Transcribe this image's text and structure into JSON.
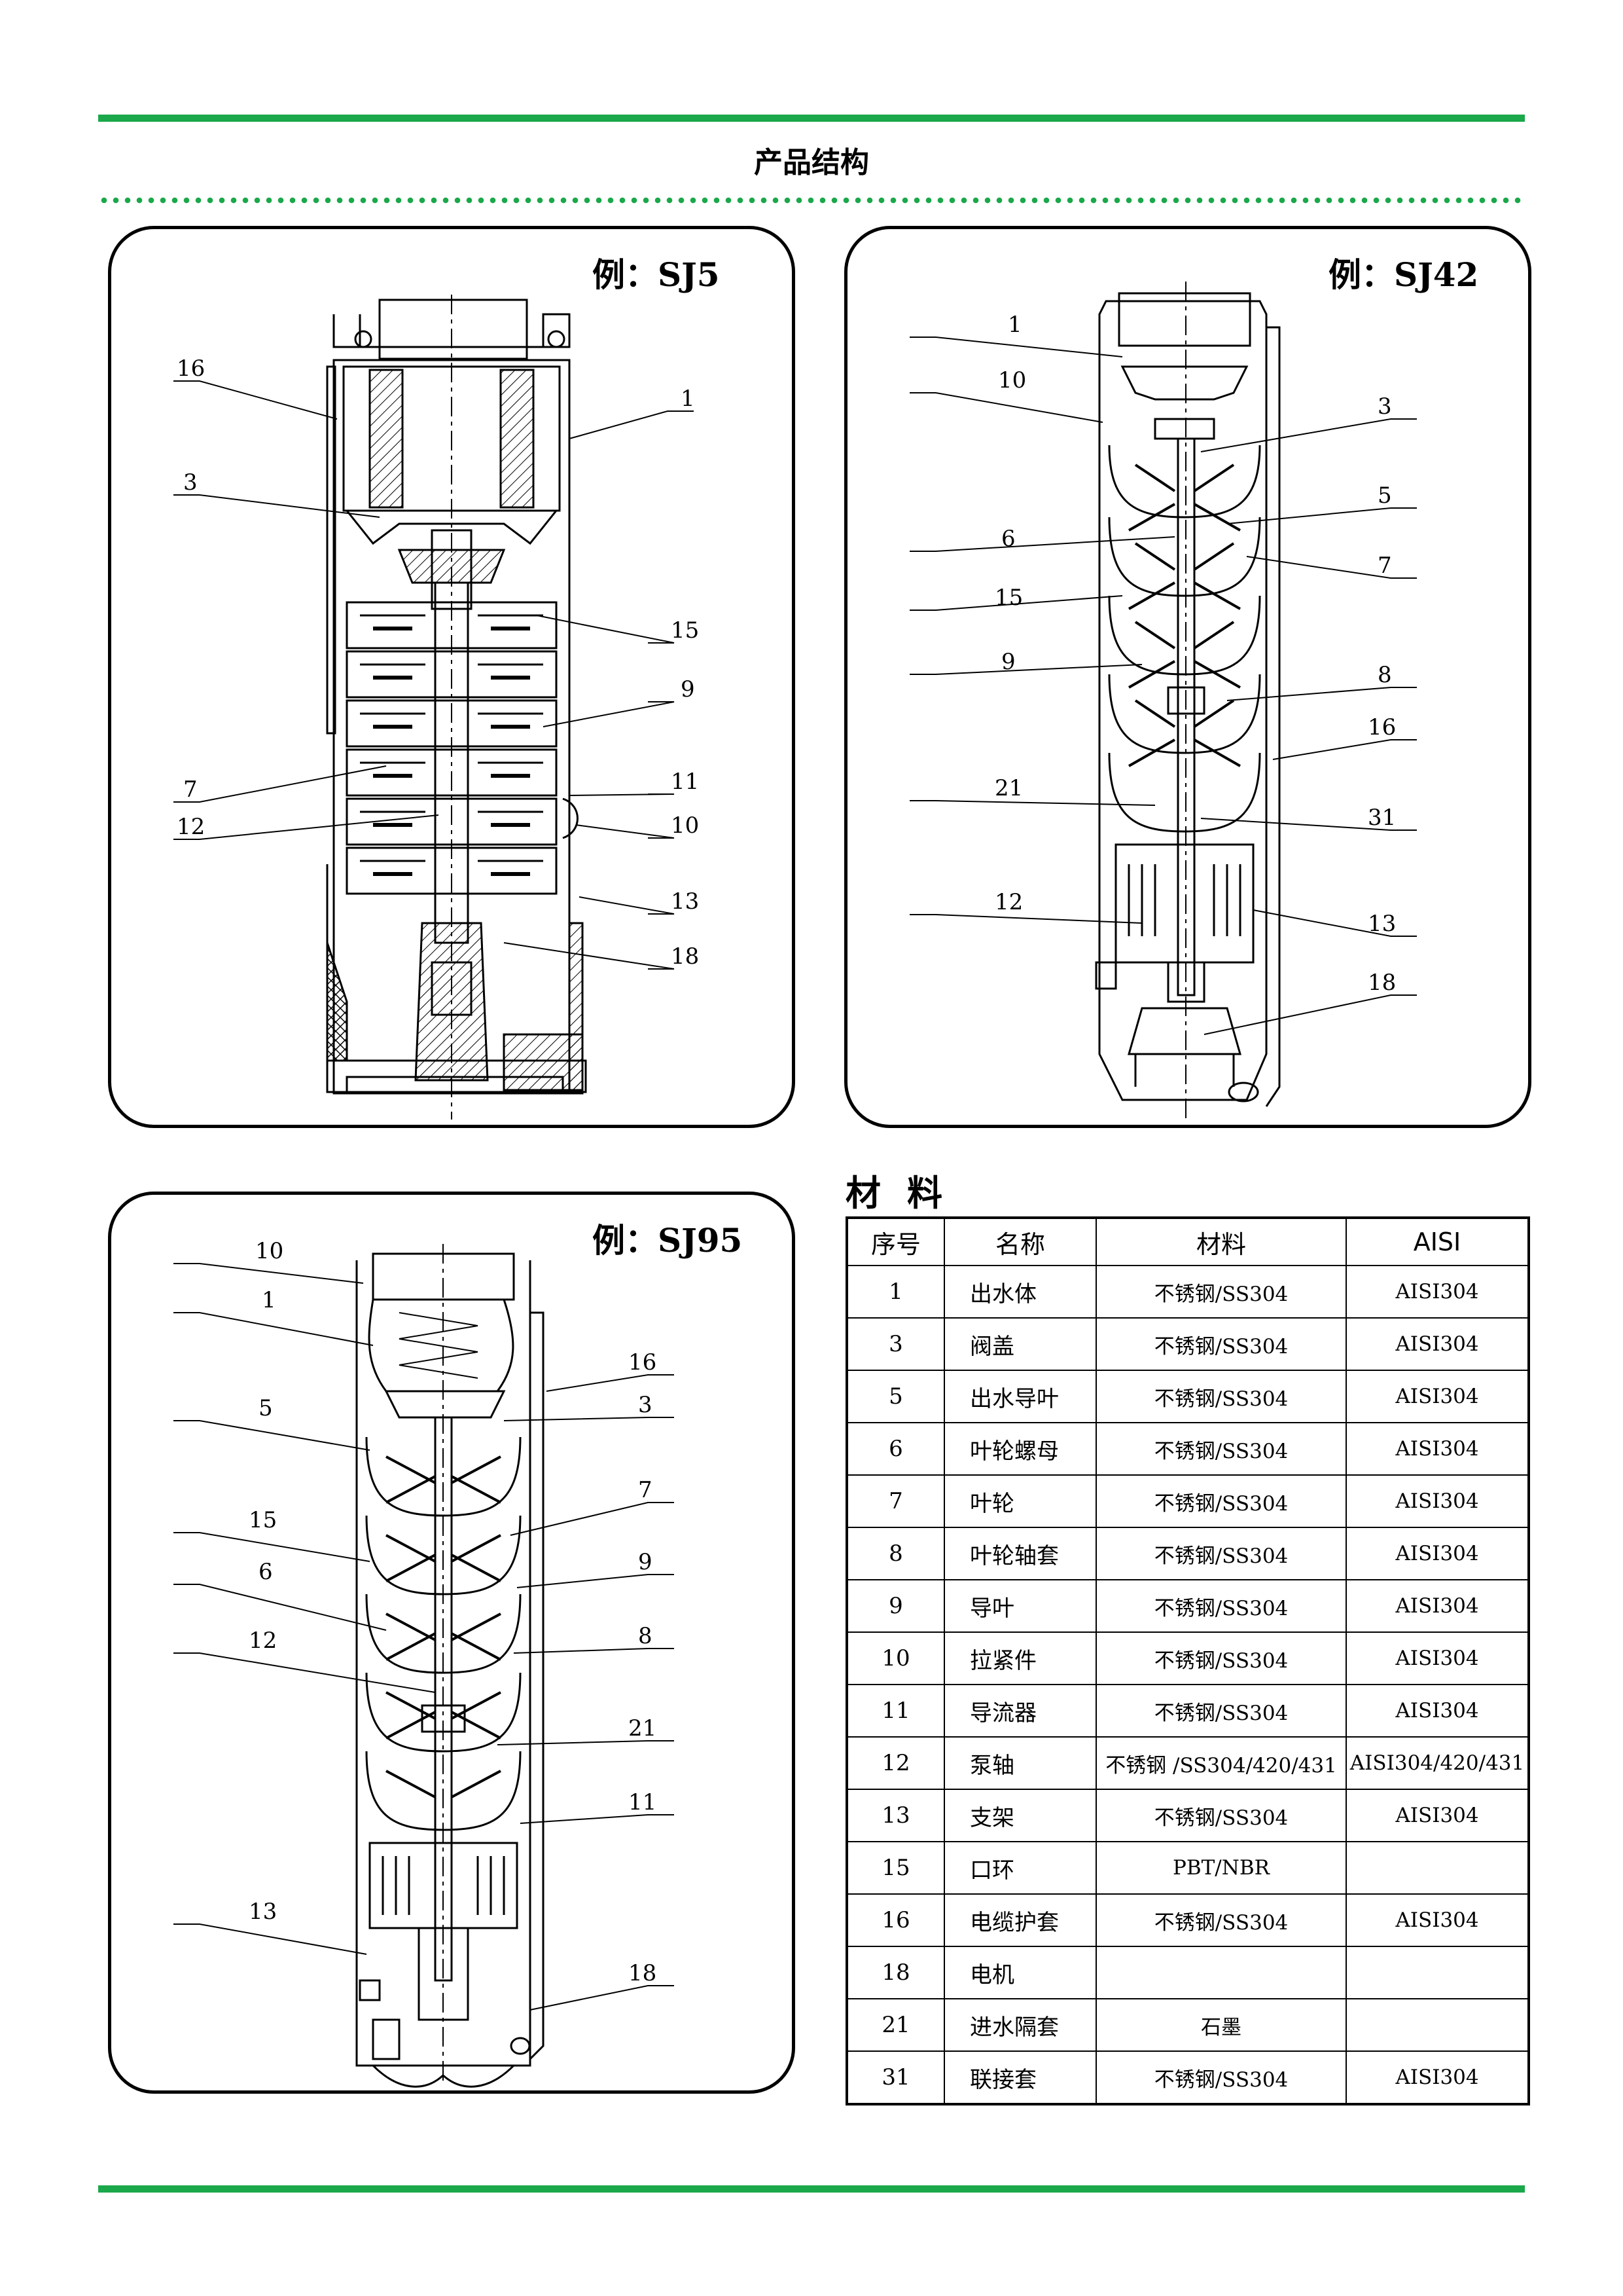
{
  "page_title": "产品结构",
  "diagrams": [
    {
      "title": "例：SJ5",
      "labels": {
        "l16": "16",
        "l1": "1",
        "l3": "3",
        "l15": "15",
        "l9": "9",
        "l7": "7",
        "l11": "11",
        "l12": "12",
        "l10": "10",
        "l13": "13",
        "l18": "18"
      }
    },
    {
      "title": "例：SJ42",
      "labels": {
        "l1": "1",
        "l10": "10",
        "l3": "3",
        "l5": "5",
        "l6": "6",
        "l7": "7",
        "l15": "15",
        "l9": "9",
        "l8": "8",
        "l16": "16",
        "l21": "21",
        "l31": "31",
        "l12": "12",
        "l13": "13",
        "l18": "18"
      }
    },
    {
      "title": "例：SJ95",
      "labels": {
        "l10": "10",
        "l1": "1",
        "l16": "16",
        "l3": "3",
        "l5": "5",
        "l7": "7",
        "l15": "15",
        "l9": "9",
        "l6": "6",
        "l8": "8",
        "l12": "12",
        "l21": "21",
        "l11": "11",
        "l13": "13",
        "l18": "18"
      }
    }
  ],
  "materials": {
    "heading": "材料",
    "columns": [
      "序号",
      "名称",
      "材料",
      "AISI"
    ],
    "rows": [
      {
        "no": "1",
        "name": "出水体",
        "material": "不锈钢/SS304",
        "aisi": "AISI304"
      },
      {
        "no": "3",
        "name": "阀盖",
        "material": "不锈钢/SS304",
        "aisi": "AISI304"
      },
      {
        "no": "5",
        "name": "出水导叶",
        "material": "不锈钢/SS304",
        "aisi": "AISI304"
      },
      {
        "no": "6",
        "name": "叶轮螺母",
        "material": "不锈钢/SS304",
        "aisi": "AISI304"
      },
      {
        "no": "7",
        "name": "叶轮",
        "material": "不锈钢/SS304",
        "aisi": "AISI304"
      },
      {
        "no": "8",
        "name": "叶轮轴套",
        "material": "不锈钢/SS304",
        "aisi": "AISI304"
      },
      {
        "no": "9",
        "name": "导叶",
        "material": "不锈钢/SS304",
        "aisi": "AISI304"
      },
      {
        "no": "10",
        "name": "拉紧件",
        "material": "不锈钢/SS304",
        "aisi": "AISI304"
      },
      {
        "no": "11",
        "name": "导流器",
        "material": "不锈钢/SS304",
        "aisi": "AISI304"
      },
      {
        "no": "12",
        "name": "泵轴",
        "material": "不锈钢 /SS304/420/431",
        "aisi": "AISI304/420/431"
      },
      {
        "no": "13",
        "name": "支架",
        "material": "不锈钢/SS304",
        "aisi": "AISI304"
      },
      {
        "no": "15",
        "name": "口环",
        "material": "PBT/NBR",
        "aisi": ""
      },
      {
        "no": "16",
        "name": "电缆护套",
        "material": "不锈钢/SS304",
        "aisi": "AISI304"
      },
      {
        "no": "18",
        "name": "电机",
        "material": "",
        "aisi": ""
      },
      {
        "no": "21",
        "name": "进水隔套",
        "material": "石墨",
        "aisi": ""
      },
      {
        "no": "31",
        "name": "联接套",
        "material": "不锈钢/SS304",
        "aisi": "AISI304"
      }
    ]
  }
}
